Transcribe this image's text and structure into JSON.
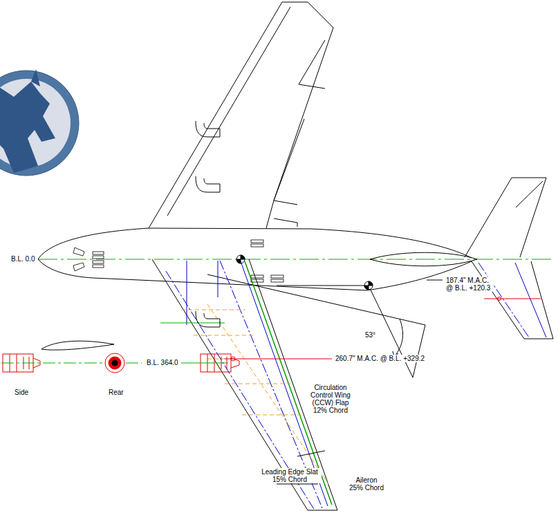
{
  "diagram": {
    "labels": [
      "B.L. 0.0",
      "Side",
      "Rear",
      "B.L. 364.0",
      "260.7\" M.A.C. @ B.L. +329.2",
      "187.4\" M.A.C. @ B.L. +120.3",
      "53°",
      "Circulation Control Wing (CCW) Flap 12% Chord",
      "Leading Edge Slat 15% Chord",
      "Aileron 25% Chord"
    ]
  }
}
